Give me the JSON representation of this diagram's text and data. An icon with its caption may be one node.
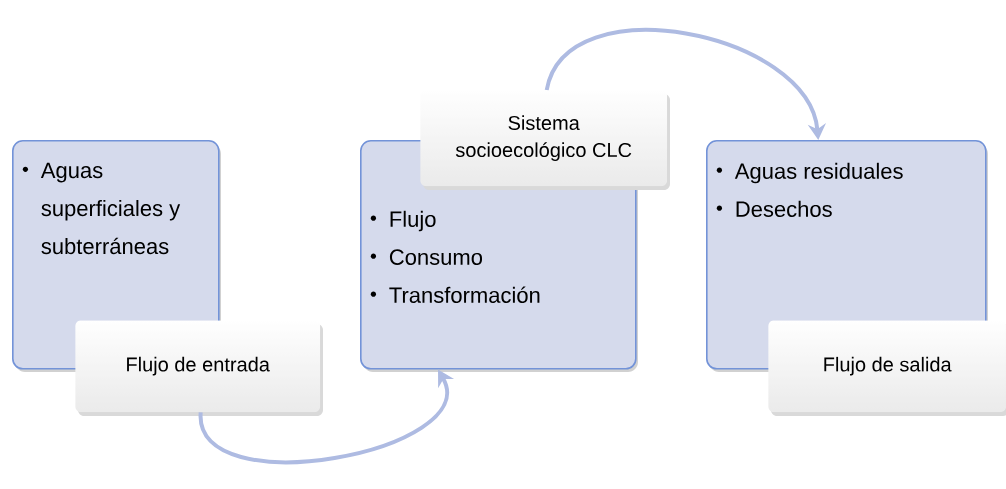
{
  "diagram": {
    "nodes": [
      {
        "text": [
          "Aguas superficiales y subterráneas"
        ]
      },
      {
        "text": [
          "Flujo de entrada"
        ]
      },
      {
        "text": [
          "Flujo",
          "Consumo",
          "Transformación"
        ]
      },
      {
        "text": [
          "Sistema socioecológico CLC"
        ]
      },
      {
        "text": [
          "Aguas residuales",
          "Desechos"
        ]
      },
      {
        "text": [
          "Flujo de salida"
        ]
      }
    ],
    "edges": [
      {
        "from": 1,
        "to": 2,
        "arrow": "to"
      },
      {
        "from": 3,
        "to": 4,
        "arrow": "to"
      }
    ]
  }
}
